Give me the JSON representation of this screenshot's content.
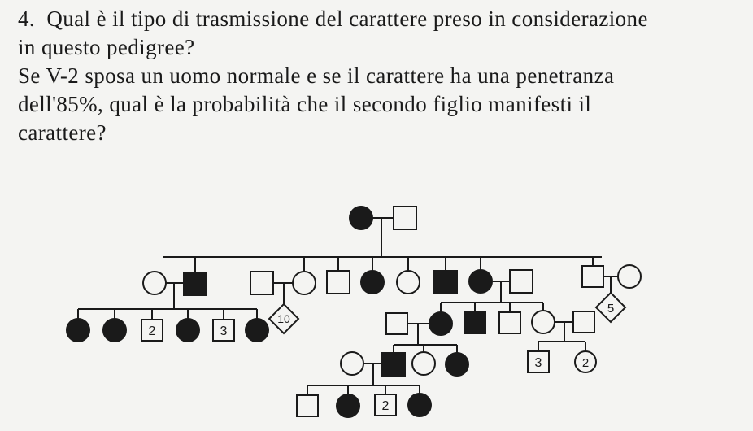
{
  "question": {
    "number": "4.",
    "line1": "Qual è il tipo di trasmissione del carattere preso in considerazione",
    "line2": "in questo pedigree?",
    "line3": "Se V-2 sposa un uomo normale e se il carattere ha una penetranza",
    "line4": "dell'85%, qual è la probabilità che il secondo figlio manifesti il",
    "line5": "carattere?"
  },
  "pedigree": {
    "colors": {
      "ink": "#1a1a1a",
      "paper": "#f4f4f2"
    },
    "counts": {
      "gen3_left_male_2": "2",
      "gen3_left_male_3": "3",
      "gen2_diamond_10": "10",
      "gen2_diamond_5": "5",
      "gen4_male_3": "3",
      "gen4_female_2": "2",
      "gen5_male_2": "2"
    }
  }
}
